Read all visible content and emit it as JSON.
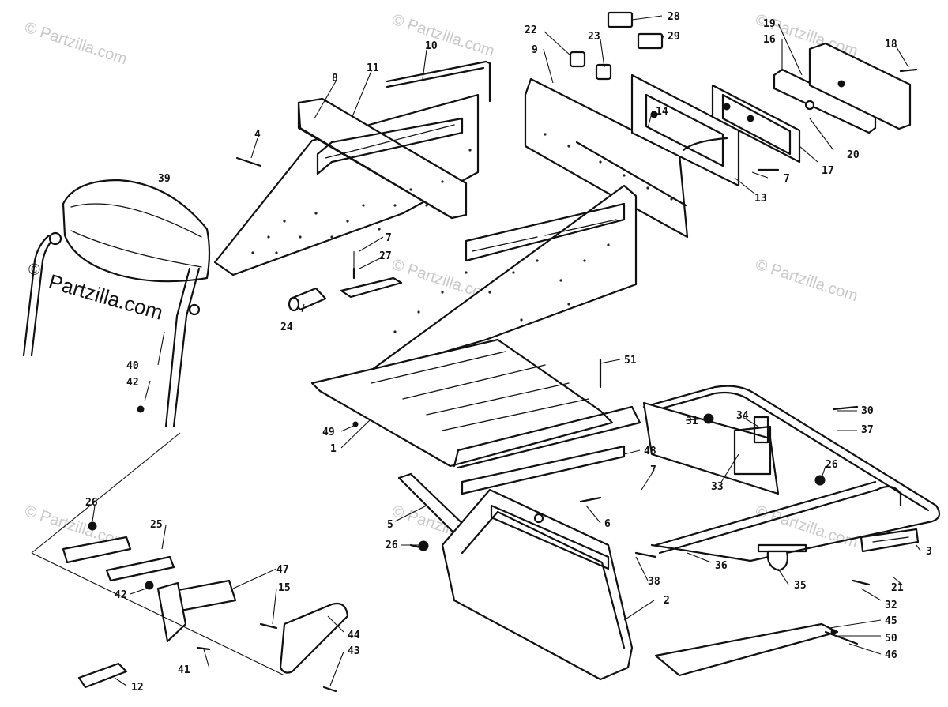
{
  "watermark": {
    "text_short": "© Partzilla.com",
    "text_symbol": "©",
    "text_main": "Partzilla.com"
  },
  "callouts": {
    "c1": "1",
    "c2": "2",
    "c3": "3",
    "c4": "4",
    "c5": "5",
    "c6": "6",
    "c7a": "7",
    "c7b": "7",
    "c7c": "7",
    "c8": "8",
    "c9": "9",
    "c10": "10",
    "c11": "11",
    "c12": "12",
    "c13": "13",
    "c14": "14",
    "c15": "15",
    "c16": "16",
    "c17": "17",
    "c18": "18",
    "c19": "19",
    "c20": "20",
    "c21": "21",
    "c22": "22",
    "c23": "23",
    "c24": "24",
    "c25": "25",
    "c26a": "26",
    "c26b": "26",
    "c26c": "26",
    "c27": "27",
    "c28": "28",
    "c29": "29",
    "c30": "30",
    "c31": "31",
    "c32": "32",
    "c33": "33",
    "c34": "34",
    "c35": "35",
    "c36": "36",
    "c37": "37",
    "c38": "38",
    "c39": "39",
    "c40": "40",
    "c41": "41",
    "c42a": "42",
    "c42b": "42",
    "c43": "43",
    "c44": "44",
    "c45": "45",
    "c46": "46",
    "c47": "47",
    "c48": "48",
    "c49": "49",
    "c50": "50",
    "c51": "51"
  },
  "colors": {
    "ink": "#111111",
    "watermark": "#c9c9c9",
    "background": "#ffffff"
  }
}
